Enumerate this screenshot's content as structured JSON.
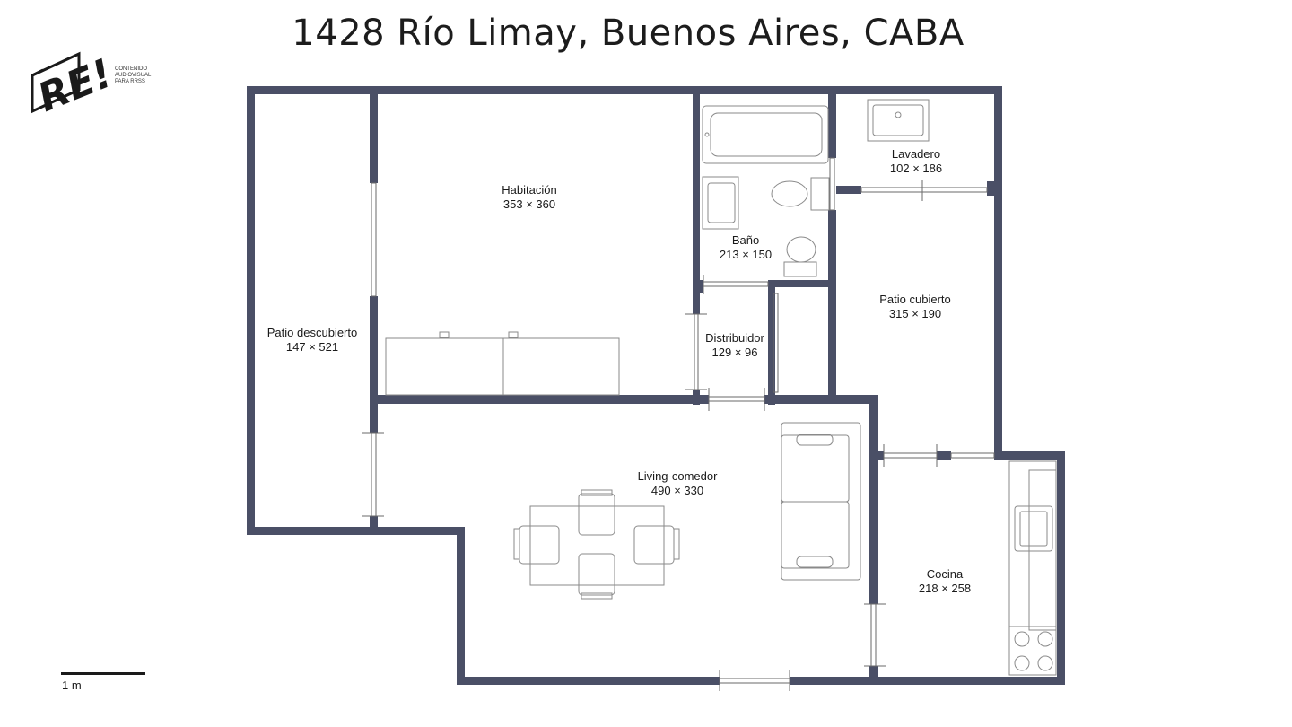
{
  "title": "1428 Río Limay, Buenos Aires, CABA",
  "logo": {
    "mark": "RE!",
    "lines": [
      "CONTENIDO",
      "AUDIOVISUAL",
      "PARA RRSS"
    ]
  },
  "colors": {
    "wall": "#4a4f66",
    "fixture_stroke": "#8a8a8a",
    "background": "#ffffff"
  },
  "rooms": [
    {
      "name": "Habitación",
      "size": "353 × 360"
    },
    {
      "name": "Baño",
      "size": "213 × 150"
    },
    {
      "name": "Lavadero",
      "size": "102 × 186"
    },
    {
      "name": "Patio cubierto",
      "size": "315 × 190"
    },
    {
      "name": "Patio descubierto",
      "size": "147 × 521"
    },
    {
      "name": "Distribuidor",
      "size": "129 × 96"
    },
    {
      "name": "Living-comedor",
      "size": "490 × 330"
    },
    {
      "name": "Cocina",
      "size": "218 × 258"
    }
  ],
  "scale": {
    "label": "1 m"
  }
}
